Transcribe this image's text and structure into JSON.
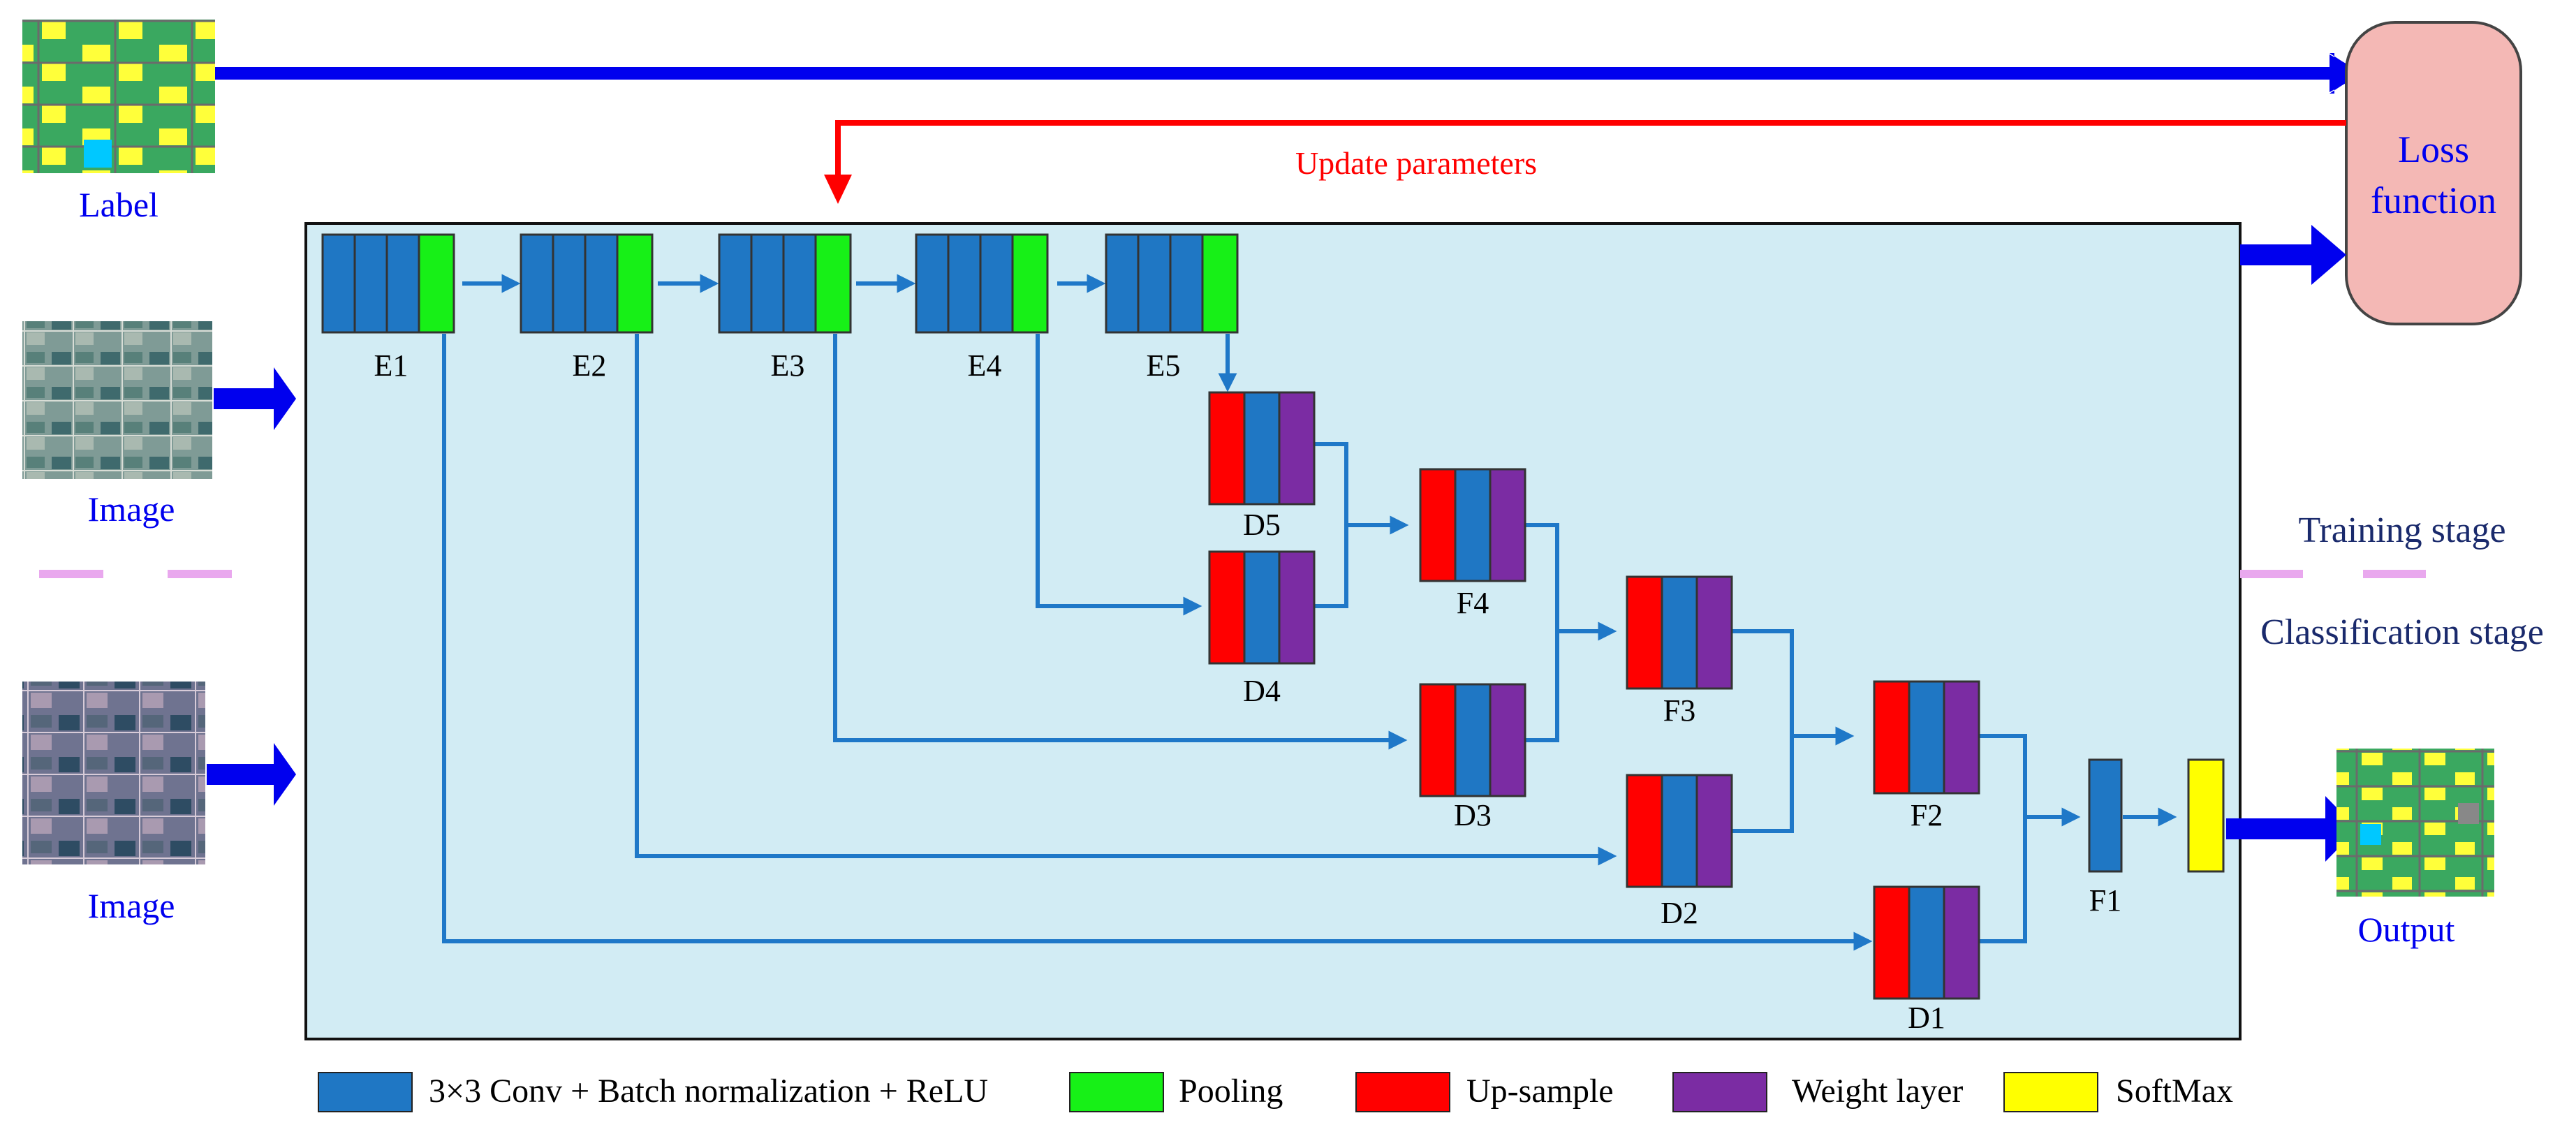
{
  "colors": {
    "conv": "#1f77c4",
    "pool": "#17f017",
    "upsample": "#ff0000",
    "weight": "#7b2ca3",
    "softmax": "#ffff00",
    "panel": "#d2ecf4",
    "flow": "#1f78c8",
    "big_arrow": "#0000ee",
    "update": "#ff0000",
    "text_blue": "#0000ee",
    "text_navy": "#1a2a6c",
    "loss_fill": "#f4b8b5",
    "dash": "#e9a8ee"
  },
  "inputs": {
    "label_caption": "Label",
    "image_train_caption": "Image",
    "image_class_caption": "Image",
    "output_caption": "Output"
  },
  "loss": {
    "line1": "Loss",
    "line2": "function"
  },
  "update_label": "Update parameters",
  "stages": {
    "training": "Training stage",
    "classification": "Classification stage"
  },
  "blocks": {
    "E1": "E1",
    "E2": "E2",
    "E3": "E3",
    "E4": "E4",
    "E5": "E5",
    "D5": "D5",
    "D4": "D4",
    "D3": "D3",
    "D2": "D2",
    "D1": "D1",
    "F4": "F4",
    "F3": "F3",
    "F2": "F2",
    "F1": "F1"
  },
  "legend": {
    "conv": "3×3 Conv + Batch normalization + ReLU",
    "pool": "Pooling",
    "upsample": "Up-sample",
    "weight": "Weight layer",
    "softmax": "SoftMax"
  }
}
